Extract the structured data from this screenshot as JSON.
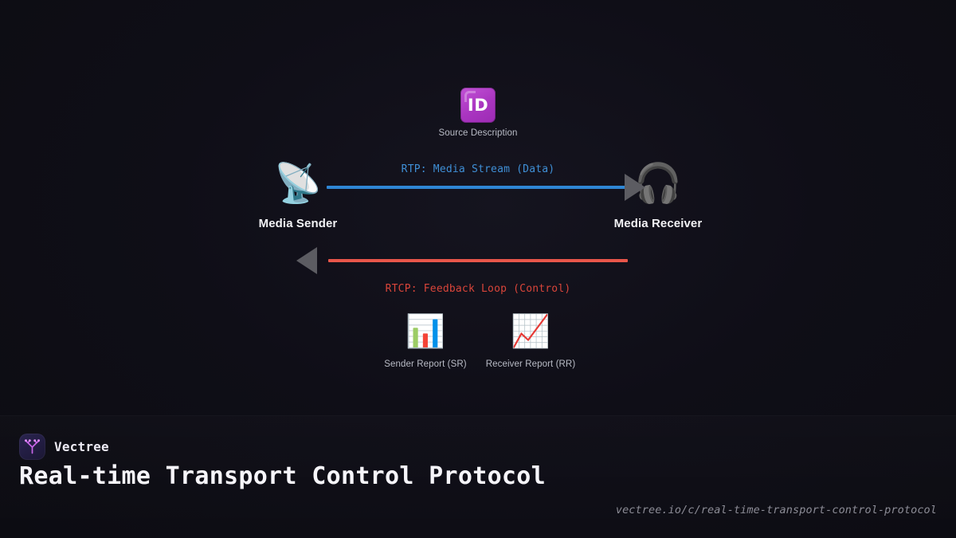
{
  "background": {
    "color": "#0c0c12",
    "accent_purple": "#a935c0"
  },
  "diagram": {
    "nodes": [
      {
        "id": "source-description",
        "icon": "id-badge-icon",
        "icon_text": "ID",
        "label": "Source Description",
        "icon_color": "#a935c0"
      },
      {
        "id": "media-sender",
        "icon": "satellite-antenna-icon",
        "icon_glyph": "📡",
        "label": "Media Sender"
      },
      {
        "id": "media-receiver",
        "icon": "headphone-icon",
        "icon_glyph": "🎧",
        "label": "Media Receiver"
      },
      {
        "id": "sender-report",
        "icon": "bar-chart-icon",
        "icon_glyph": "📊",
        "label": "Sender Report (SR)"
      },
      {
        "id": "receiver-report",
        "icon": "chart-increasing-icon",
        "icon_glyph": "📈",
        "label": "Receiver Report (RR)"
      }
    ],
    "links": [
      {
        "id": "rtp-link",
        "label": "RTP: Media Stream (Data)",
        "color": "#3f8fd6",
        "direction": "sender-to-receiver"
      },
      {
        "id": "rtcp-link",
        "label": "RTCP: Feedback Loop (Control)",
        "color": "#d9453a",
        "direction": "receiver-to-sender"
      }
    ]
  },
  "footer": {
    "brand_name": "Vectree",
    "brand_logo": "vectree-logo-icon",
    "title": "Real-time Transport Control Protocol",
    "url": "vectree.io/c/real-time-transport-control-protocol"
  }
}
